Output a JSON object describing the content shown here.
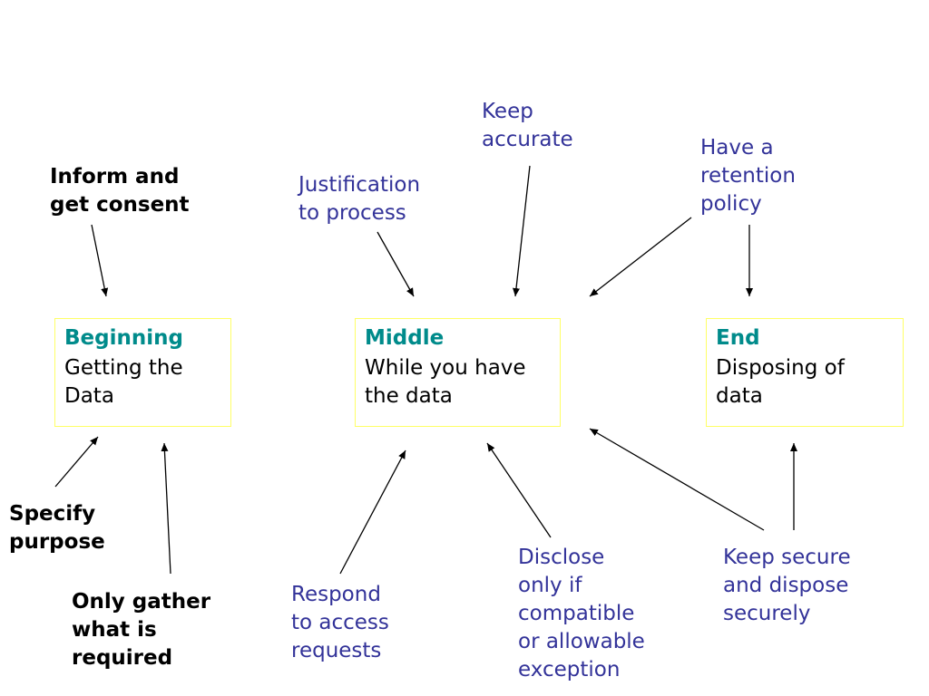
{
  "stages": [
    {
      "title": "Beginning",
      "desc": "Getting the\nData"
    },
    {
      "title": "Middle",
      "desc": "While you have\nthe data"
    },
    {
      "title": "End",
      "desc": "Disposing of\ndata"
    }
  ],
  "labels": {
    "inform_consent": "Inform and\nget consent",
    "specify_purpose": "Specify\npurpose",
    "only_gather": "Only gather\nwhat is\nrequired",
    "justification": "Justification\nto process",
    "keep_accurate": "Keep\naccurate",
    "retention_policy": "Have a\nretention\npolicy",
    "respond_access": "Respond\nto access\nrequests",
    "disclose": "Disclose\nonly if\ncompatible\nor allowable\nexception",
    "keep_secure": "Keep secure\nand dispose\nsecurely"
  },
  "colors": {
    "stage_title": "#008b8b",
    "blue_label": "#333399",
    "stage_border": "#ffff66"
  }
}
